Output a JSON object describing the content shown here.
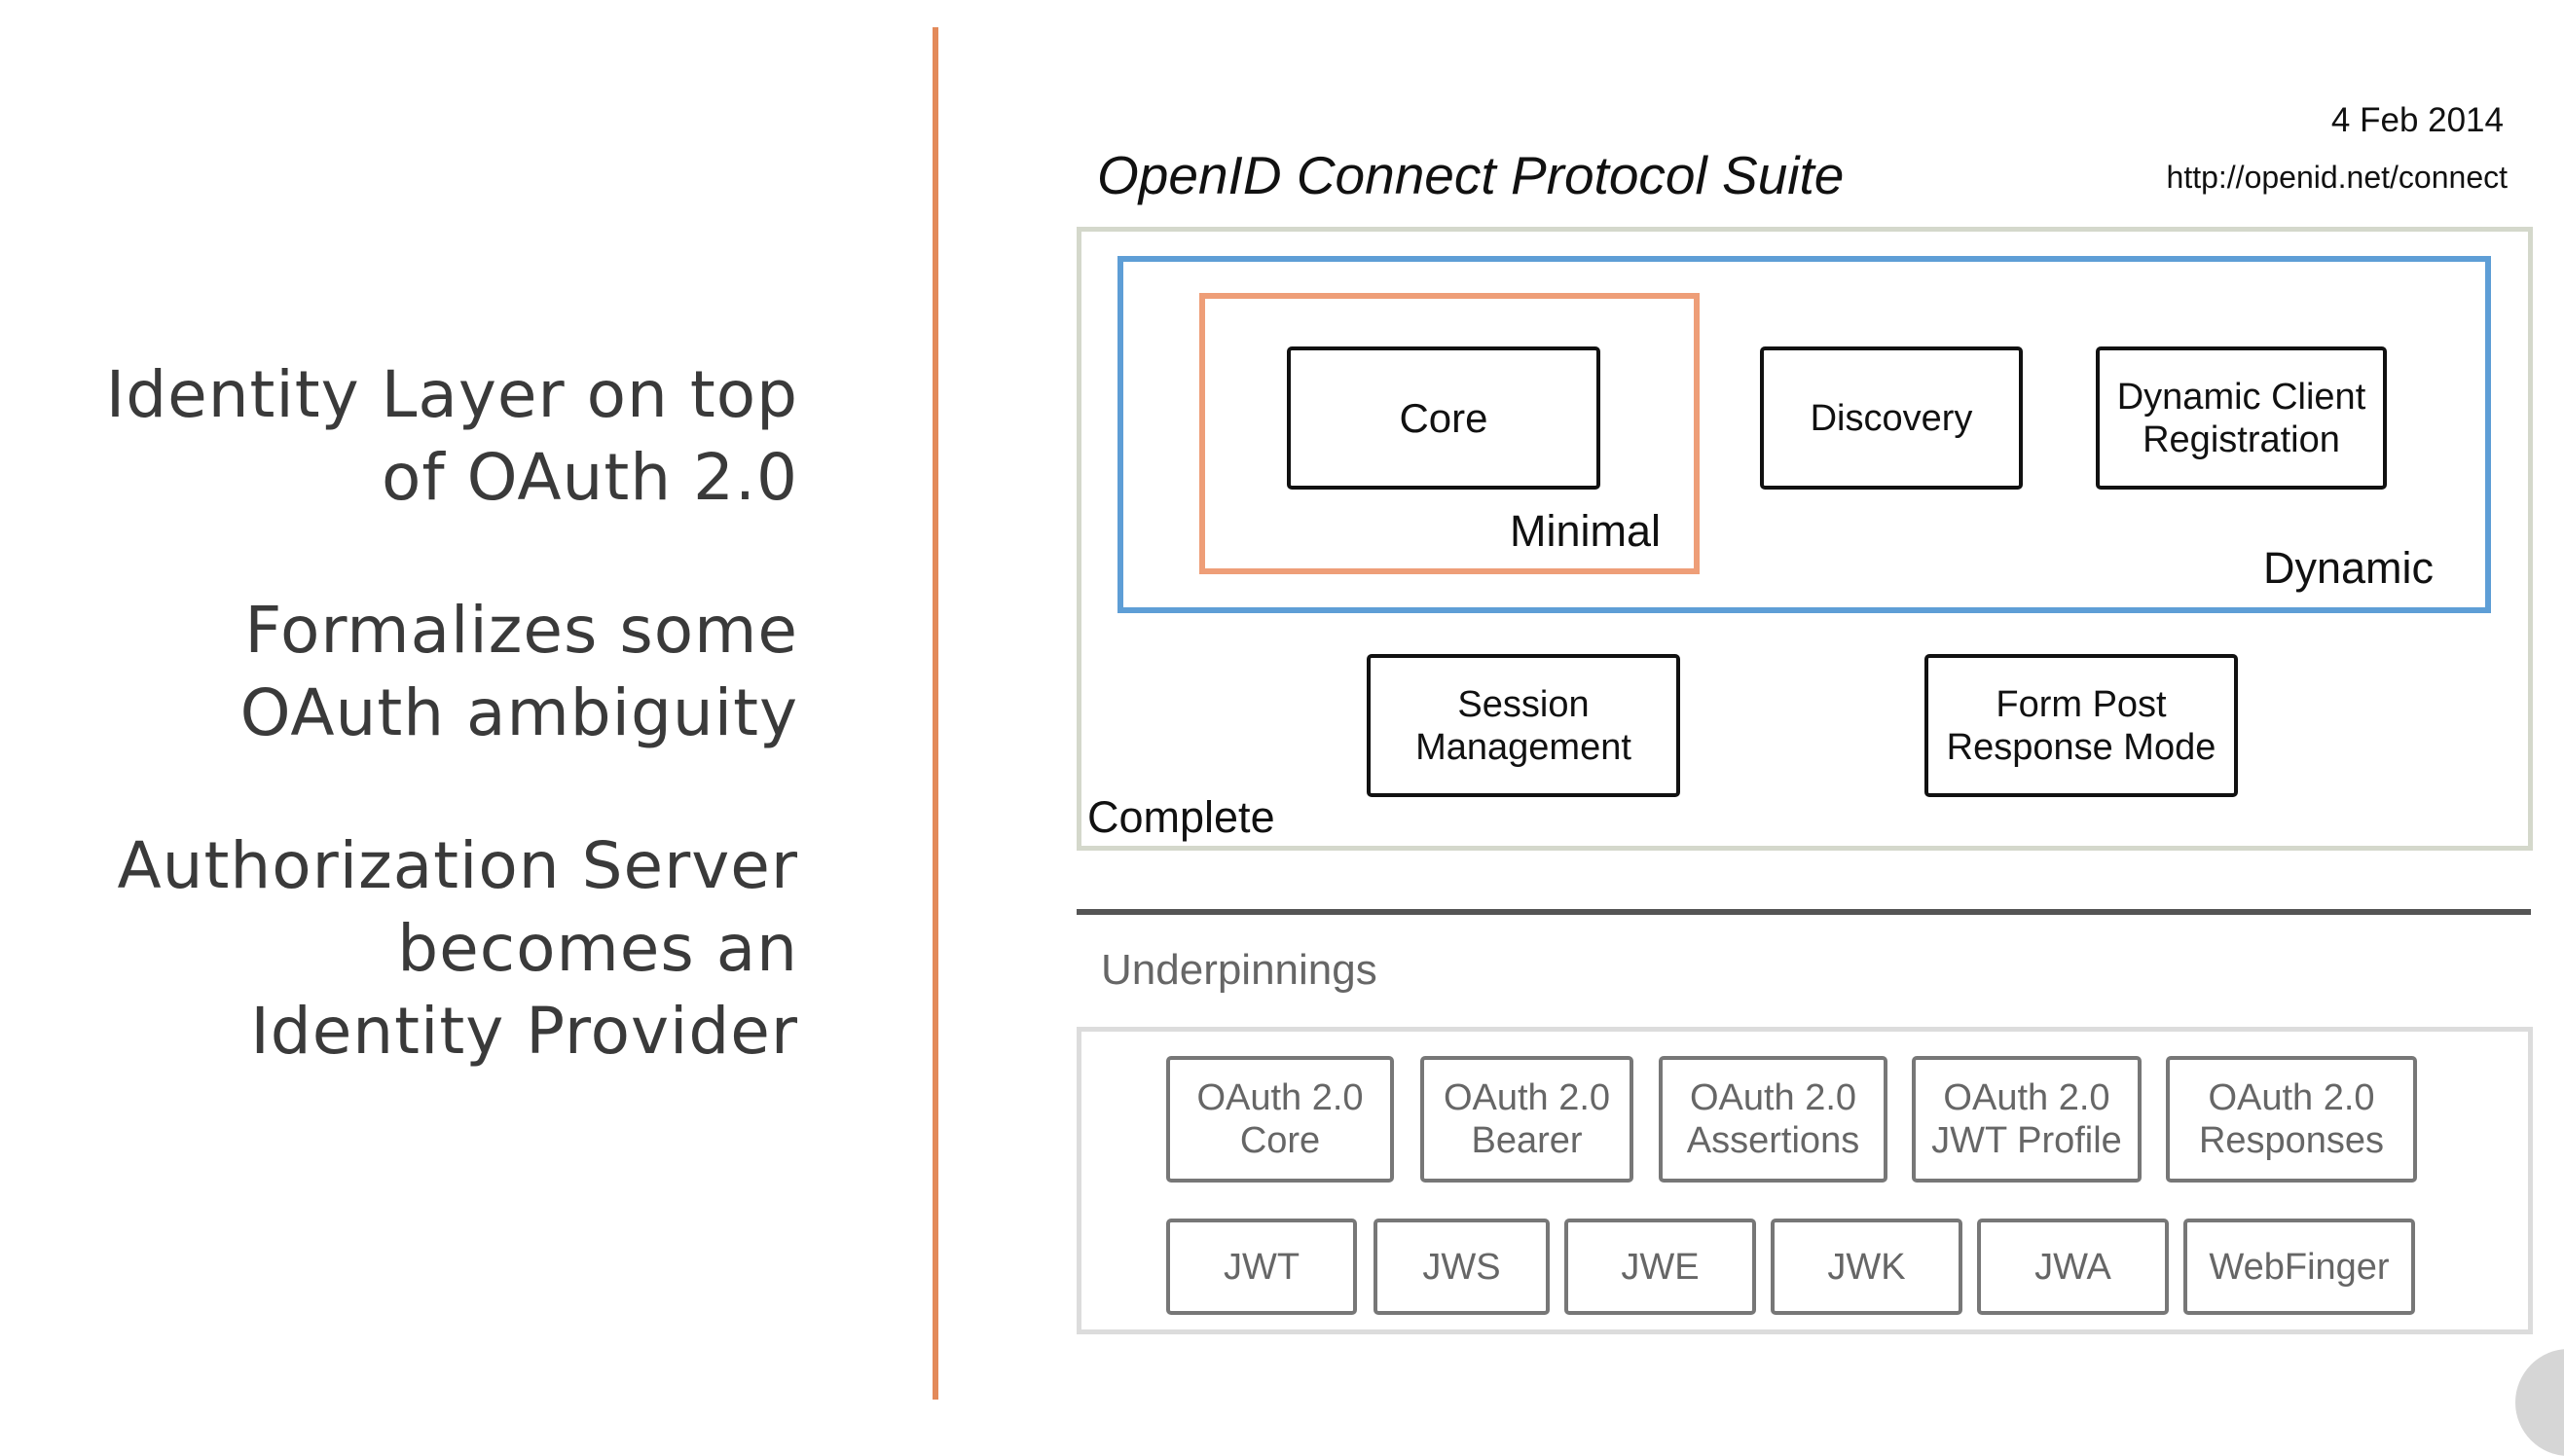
{
  "left_panel": {
    "bullets": [
      {
        "line1": "Identity Layer on top",
        "line2": "of OAuth 2.0"
      },
      {
        "line1": "Formalizes some",
        "line2": "OAuth ambiguity"
      },
      {
        "line1": "Authorization Server",
        "line2": "becomes an",
        "line3": "Identity Provider"
      }
    ]
  },
  "diagram": {
    "title": "OpenID Connect Protocol Suite",
    "date": "4 Feb 2014",
    "url": "http://openid.net/connect",
    "regions": {
      "minimal": "Minimal",
      "dynamic": "Dynamic",
      "complete": "Complete"
    },
    "specs": {
      "core": "Core",
      "discovery": "Discovery",
      "dynamic_client_registration": "Dynamic Client\nRegistration",
      "session_management": "Session\nManagement",
      "form_post_response_mode": "Form Post\nResponse Mode"
    },
    "underpinnings": {
      "label": "Underpinnings",
      "row1": [
        "OAuth 2.0\nCore",
        "OAuth 2.0\nBearer",
        "OAuth 2.0\nAssertions",
        "OAuth 2.0\nJWT Profile",
        "OAuth 2.0\nResponses"
      ],
      "row2": [
        "JWT",
        "JWS",
        "JWE",
        "JWK",
        "JWA",
        "WebFinger"
      ]
    }
  },
  "colors": {
    "divider": "#e38a5a",
    "minimal_border": "#ee9e78",
    "dynamic_border": "#5e9ed6",
    "complete_border": "#d4d8cb"
  }
}
